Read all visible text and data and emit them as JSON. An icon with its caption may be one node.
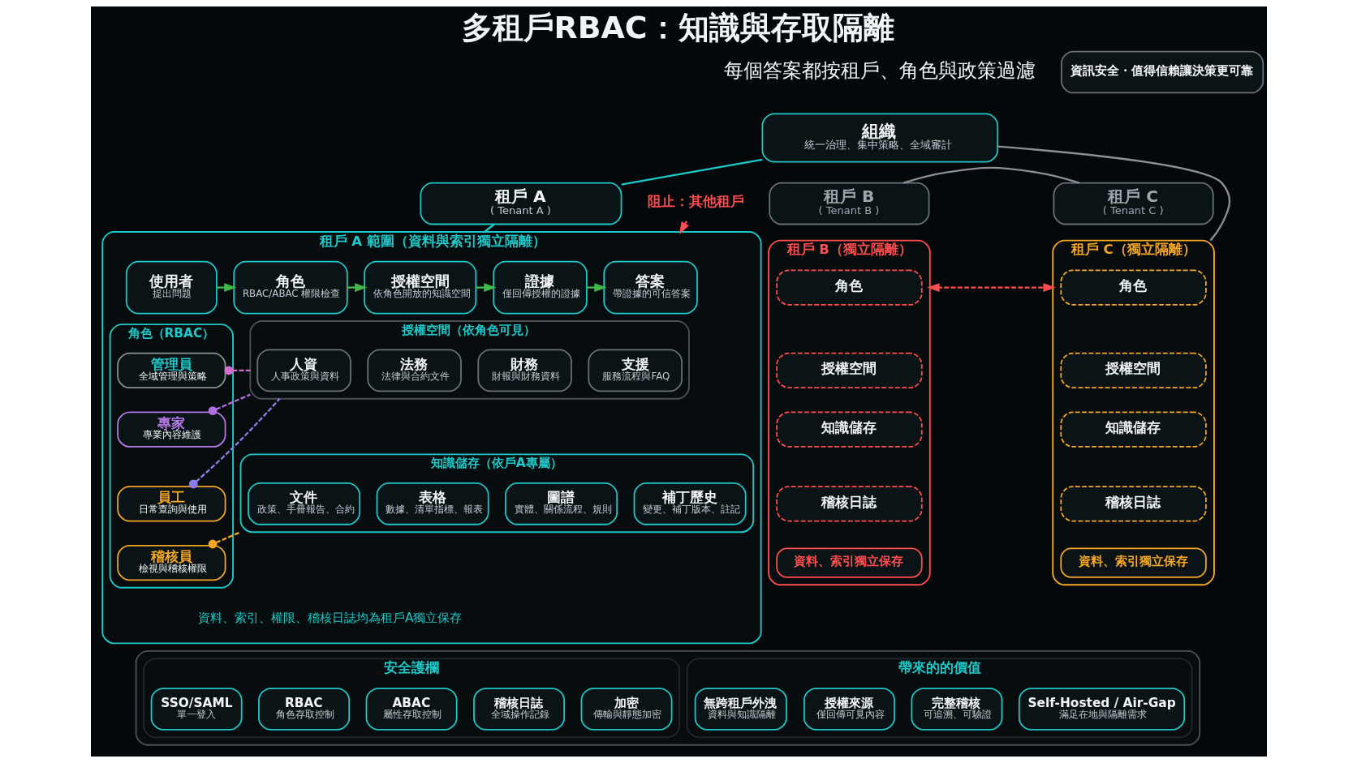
{
  "diagram": {
    "title": "多租戶RBAC：知識與存取隔離",
    "nodes": [
      {
        "text": [
          "資訊安全・值得信賴讓決策更可靠"
        ]
      },
      {
        "text": [
          "組織",
          "統一治理、集中策略、全域審計"
        ]
      },
      {
        "text": [
          "租戶 A",
          "( Tenant A )"
        ]
      },
      {
        "text": [
          "租戶 B",
          "( Tenant B )"
        ]
      },
      {
        "text": [
          "租戶 C",
          "( Tenant C )"
        ]
      },
      {
        "text": [
          "租戶 A 範圍（資料與索引獨立隔離）"
        ]
      },
      {
        "text": [
          "使用者",
          "提出問題"
        ],
        "in": 5
      },
      {
        "text": [
          "角色",
          "RBAC/ABAC 權限檢查"
        ],
        "in": 5
      },
      {
        "text": [
          "授權空間",
          "依角色開放的知識空間"
        ],
        "in": 5
      },
      {
        "text": [
          "證據",
          "僅回傳授權的證據"
        ],
        "in": 5
      },
      {
        "text": [
          "答案",
          "帶證據的可信答案"
        ],
        "in": 5
      },
      {
        "text": [
          "角色（RBAC）"
        ],
        "in": 5
      },
      {
        "text": [
          "管理員",
          "全域管理與策略"
        ],
        "in": 11
      },
      {
        "text": [
          "專家",
          "專業內容維護"
        ],
        "in": 11
      },
      {
        "text": [
          "員工",
          "日常查詢與使用"
        ],
        "in": 11
      },
      {
        "text": [
          "稽核員",
          "檢視與稽核權限"
        ],
        "in": 11
      },
      {
        "text": [
          "授權空間（依角色可見）"
        ],
        "in": 5
      },
      {
        "text": [
          "人資",
          "人事政策與資料"
        ],
        "in": 16
      },
      {
        "text": [
          "法務",
          "法律與合約文件"
        ],
        "in": 16
      },
      {
        "text": [
          "財務",
          "財報與財務資料"
        ],
        "in": 16
      },
      {
        "text": [
          "支援",
          "服務流程與FAQ"
        ],
        "in": 16
      },
      {
        "text": [
          "知識儲存（依戶A專屬）"
        ],
        "in": 5
      },
      {
        "text": [
          "文件",
          "政策、手冊報告、合約"
        ],
        "in": 21
      },
      {
        "text": [
          "表格",
          "數據、清單指標、報表"
        ],
        "in": 21
      },
      {
        "text": [
          "圖譜",
          "實體、關係流程、規則"
        ],
        "in": 21
      },
      {
        "text": [
          "補丁歷史",
          "變更、補丁版本、註記"
        ],
        "in": 21
      },
      {
        "text": [
          "阻止：其他租戶"
        ]
      },
      {
        "text": [
          "租戶 B（獨立隔離）"
        ]
      },
      {
        "text": [
          "角色"
        ],
        "in": 27
      },
      {
        "text": [
          "授權空間"
        ],
        "in": 27
      },
      {
        "text": [
          "知識儲存"
        ],
        "in": 27
      },
      {
        "text": [
          "稽核日誌"
        ],
        "in": 27
      },
      {
        "text": [
          "資料、索引獨立保存"
        ],
        "in": 27
      },
      {
        "text": [
          "租戶 C（獨立隔離）"
        ]
      },
      {
        "text": [
          "角色"
        ],
        "in": 33
      },
      {
        "text": [
          "授權空間"
        ],
        "in": 33
      },
      {
        "text": [
          "知識儲存"
        ],
        "in": 33
      },
      {
        "text": [
          "稽核日誌"
        ],
        "in": 33
      },
      {
        "text": [
          "資料、索引獨立保存"
        ],
        "in": 33
      },
      {
        "text": [],
        "shape": "box"
      },
      {
        "text": [
          "安全護欄"
        ],
        "in": 39
      },
      {
        "text": [
          "SSO/SAML",
          "單一登入"
        ],
        "in": 40
      },
      {
        "text": [
          "RBAC",
          "角色存取控制"
        ],
        "in": 40
      },
      {
        "text": [
          "ABAC",
          "屬性存取控制"
        ],
        "in": 40
      },
      {
        "text": [
          "稽核日誌",
          "全域操作記錄"
        ],
        "in": 40
      },
      {
        "text": [
          "加密",
          "傳輸與靜態加密"
        ],
        "in": 40
      },
      {
        "text": [
          "帶來的的價值"
        ],
        "in": 39
      },
      {
        "text": [
          "無跨租戶外洩",
          "資料與知識隔離"
        ],
        "in": 46
      },
      {
        "text": [
          "授權來源",
          "僅回傳可見內容"
        ],
        "in": 46
      },
      {
        "text": [
          "完整稽核",
          "可追溯、可驗證"
        ],
        "in": 46
      },
      {
        "text": [
          "Self-Hosted / Air-Gap",
          "滿足在地與隔離需求"
        ],
        "in": 46
      }
    ],
    "edges": [
      {
        "from": 1,
        "to": 2,
        "arrow": "none",
        "color": "#1fc8c8"
      },
      {
        "from": 2,
        "to": 5,
        "arrow": "none",
        "color": "#1fc8c8"
      },
      {
        "from": 1,
        "to": 33,
        "arrow": "none",
        "color": "#8a8f98"
      },
      {
        "from": 3,
        "to": 4,
        "arrow": "none",
        "color": "#8a8f98"
      },
      {
        "from": 6,
        "to": 7,
        "arrow": "to"
      },
      {
        "from": 7,
        "to": 8,
        "arrow": "to"
      },
      {
        "from": 8,
        "to": 9,
        "arrow": "to"
      },
      {
        "from": 9,
        "to": 10,
        "arrow": "to"
      },
      {
        "from": 12,
        "to": 16,
        "arrow": "other",
        "style": "dashed",
        "color": "#d46fd0"
      },
      {
        "from": 13,
        "to": 16,
        "arrow": "other",
        "style": "dashed",
        "color": "#b06ee0"
      },
      {
        "from": 14,
        "to": 16,
        "arrow": "other",
        "style": "dashed",
        "color": "#8c7ce6"
      },
      {
        "from": 15,
        "to": 21,
        "arrow": "other",
        "style": "dashed",
        "color": "#f5a623"
      },
      {
        "from": 26,
        "to": 5,
        "arrow": "to",
        "color": "#ff4d4f"
      },
      {
        "from": 27,
        "to": 33,
        "arrow": "both",
        "style": "dashed",
        "color": "#ff4d4f"
      }
    ],
    "labels": [
      "每個答案都按租戶、角色與政策過濾",
      "資料、索引、權限、稽核日誌均為租戶A獨立保存"
    ]
  }
}
